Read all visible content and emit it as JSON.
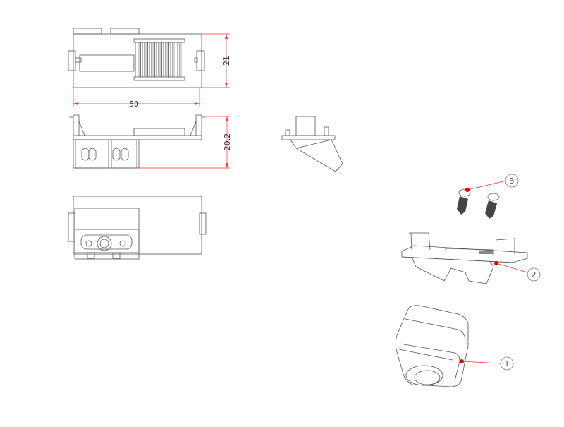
{
  "dimensions": {
    "width": "50",
    "height_top": "21",
    "height_side": "20.2"
  },
  "callouts": [
    "1",
    "2",
    "3"
  ],
  "colors": {
    "line": "#555555",
    "dimension": "#ff3030",
    "marker": "#e00000"
  }
}
